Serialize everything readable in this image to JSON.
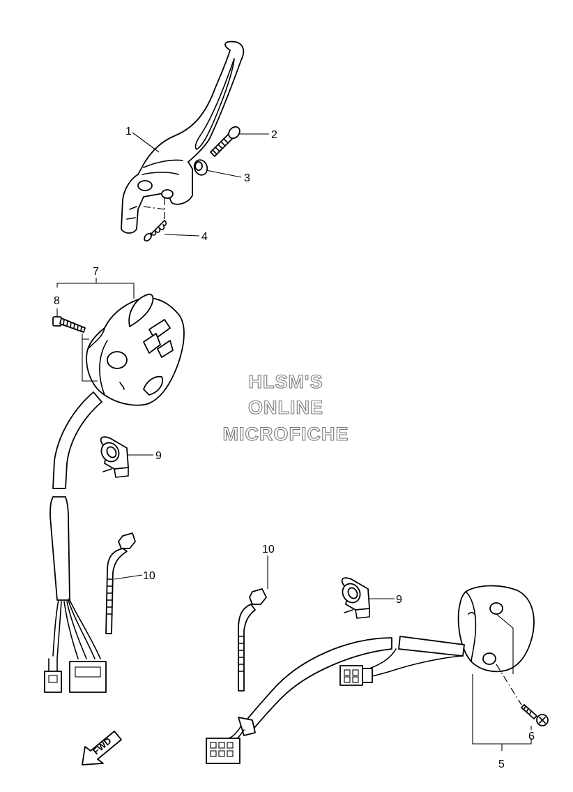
{
  "watermark": {
    "line1": "HLSM'S",
    "line2": "ONLINE",
    "line3": "MICROFICHE"
  },
  "fwd_label": "FWD",
  "callouts": {
    "c1": "1",
    "c2": "2",
    "c3": "3",
    "c4": "4",
    "c5": "5",
    "c6": "6",
    "c7": "7",
    "c8": "8",
    "c9a": "9",
    "c9b": "9",
    "c10a": "10",
    "c10b": "10"
  }
}
